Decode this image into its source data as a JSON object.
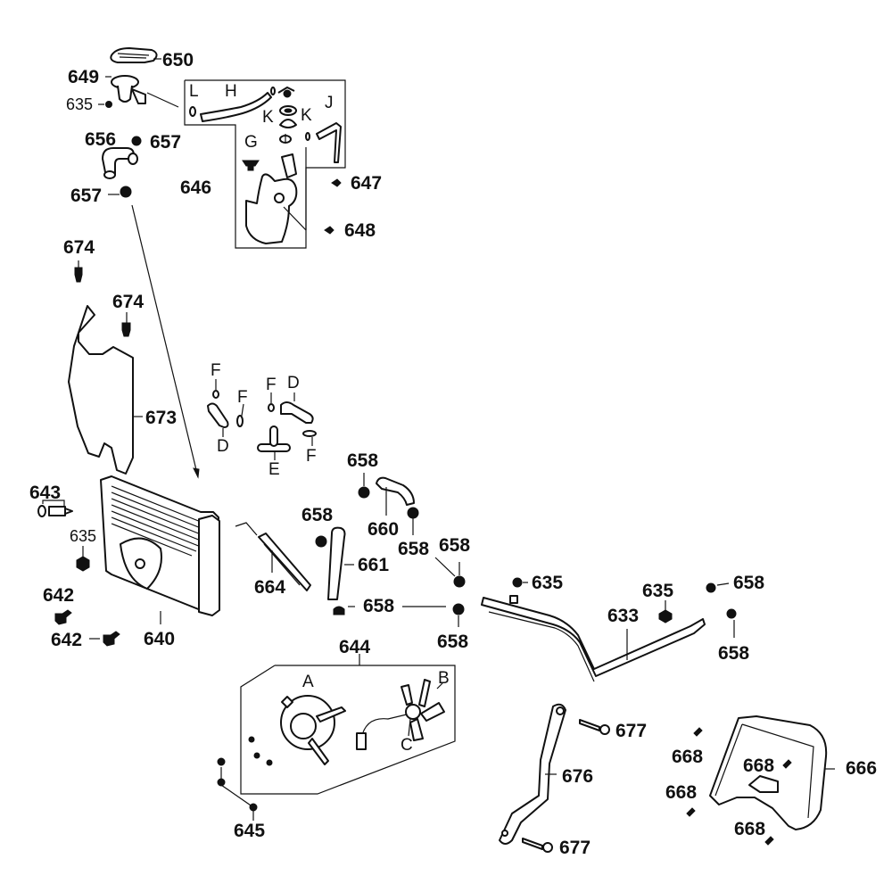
{
  "diagram": {
    "title": "Radiator / cooling system exploded parts diagram",
    "part_labels": [
      {
        "id": "l650",
        "text": "650"
      },
      {
        "id": "l649",
        "text": "649"
      },
      {
        "id": "l635a",
        "text": "635"
      },
      {
        "id": "l656",
        "text": "656"
      },
      {
        "id": "l657a",
        "text": "657"
      },
      {
        "id": "l657b",
        "text": "657"
      },
      {
        "id": "l646",
        "text": "646"
      },
      {
        "id": "l647",
        "text": "647"
      },
      {
        "id": "l648",
        "text": "648"
      },
      {
        "id": "l674a",
        "text": "674"
      },
      {
        "id": "l674b",
        "text": "674"
      },
      {
        "id": "l673",
        "text": "673"
      },
      {
        "id": "l643",
        "text": "643"
      },
      {
        "id": "l635b",
        "text": "635"
      },
      {
        "id": "l642a",
        "text": "642"
      },
      {
        "id": "l642b",
        "text": "642"
      },
      {
        "id": "l640",
        "text": "640"
      },
      {
        "id": "l664",
        "text": "664"
      },
      {
        "id": "l658a",
        "text": "658"
      },
      {
        "id": "l660",
        "text": "660"
      },
      {
        "id": "l658b",
        "text": "658"
      },
      {
        "id": "l661",
        "text": "661"
      },
      {
        "id": "l658c",
        "text": "658"
      },
      {
        "id": "l658d",
        "text": "658"
      },
      {
        "id": "l658e",
        "text": "658"
      },
      {
        "id": "l658f",
        "text": "658"
      },
      {
        "id": "l635c",
        "text": "635"
      },
      {
        "id": "l635d",
        "text": "635"
      },
      {
        "id": "l658g",
        "text": "658"
      },
      {
        "id": "l633",
        "text": "633"
      },
      {
        "id": "l658h",
        "text": "658"
      },
      {
        "id": "l644",
        "text": "644"
      },
      {
        "id": "l645",
        "text": "645"
      },
      {
        "id": "l677a",
        "text": "677"
      },
      {
        "id": "l676",
        "text": "676"
      },
      {
        "id": "l677b",
        "text": "677"
      },
      {
        "id": "l668a",
        "text": "668"
      },
      {
        "id": "l668b",
        "text": "668"
      },
      {
        "id": "l668c",
        "text": "668"
      },
      {
        "id": "l668d",
        "text": "668"
      },
      {
        "id": "l666",
        "text": "666"
      }
    ],
    "letter_labels": [
      {
        "id": "L",
        "text": "L"
      },
      {
        "id": "H",
        "text": "H"
      },
      {
        "id": "K1",
        "text": "K"
      },
      {
        "id": "K2",
        "text": "K"
      },
      {
        "id": "J",
        "text": "J"
      },
      {
        "id": "G",
        "text": "G"
      },
      {
        "id": "F1",
        "text": "F"
      },
      {
        "id": "F2",
        "text": "F"
      },
      {
        "id": "F3",
        "text": "F"
      },
      {
        "id": "F4",
        "text": "F"
      },
      {
        "id": "D1",
        "text": "D"
      },
      {
        "id": "D2",
        "text": "D"
      },
      {
        "id": "E",
        "text": "E"
      },
      {
        "id": "A",
        "text": "A"
      },
      {
        "id": "B",
        "text": "B"
      },
      {
        "id": "C",
        "text": "C"
      }
    ]
  }
}
